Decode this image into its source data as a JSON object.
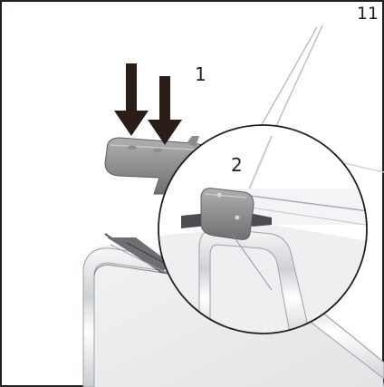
{
  "figure": {
    "step_number": "11",
    "callouts": [
      {
        "label": "1"
      },
      {
        "label": "2"
      }
    ]
  },
  "colors": {
    "border": "#231f20",
    "arrow": "#2b1d17",
    "handle_dark": "#7c7c7e",
    "handle_light": "#a5a5a8",
    "chrome": "#d9dbdd",
    "glass_edge": "#b9bdc1",
    "background": "#ffffff"
  },
  "icons": {
    "push_arrows": "double-down-arrow-icon"
  }
}
